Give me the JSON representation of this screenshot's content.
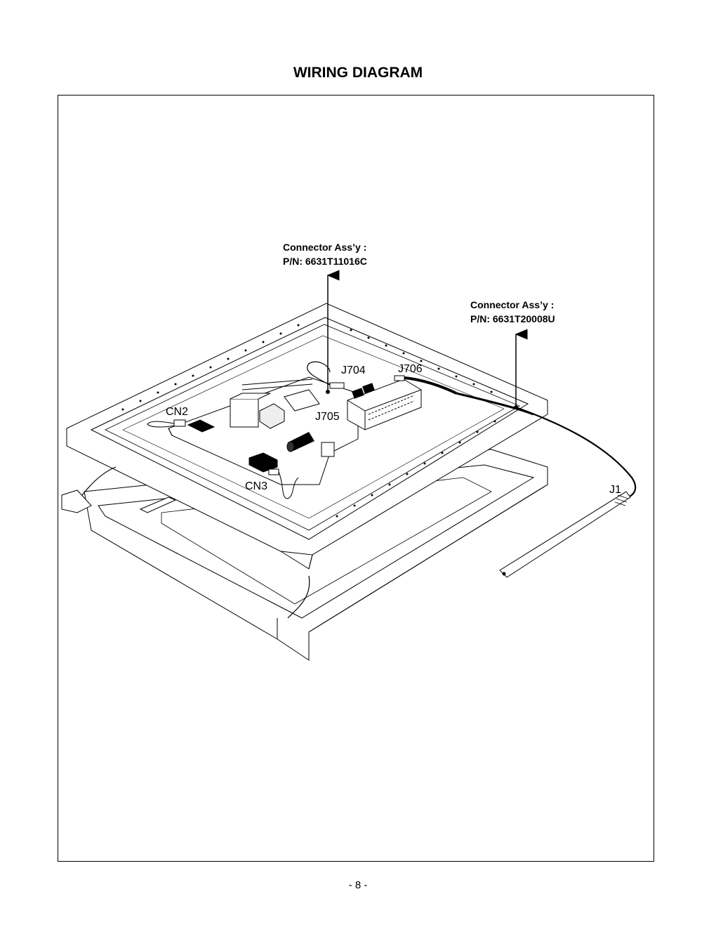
{
  "title": "WIRING DIAGRAM",
  "page_number": "- 8 -",
  "callouts": [
    {
      "line1": "Connector Ass’y :",
      "line2": "P/N: 6631T11016C"
    },
    {
      "line1": "Connector Ass’y :",
      "line2": "P/N: 6631T20008U"
    }
  ],
  "connectors": {
    "j704": "J704",
    "j706": "J706",
    "j705": "J705",
    "cn2": "CN2",
    "cn3": "CN3",
    "j1": "J1"
  }
}
